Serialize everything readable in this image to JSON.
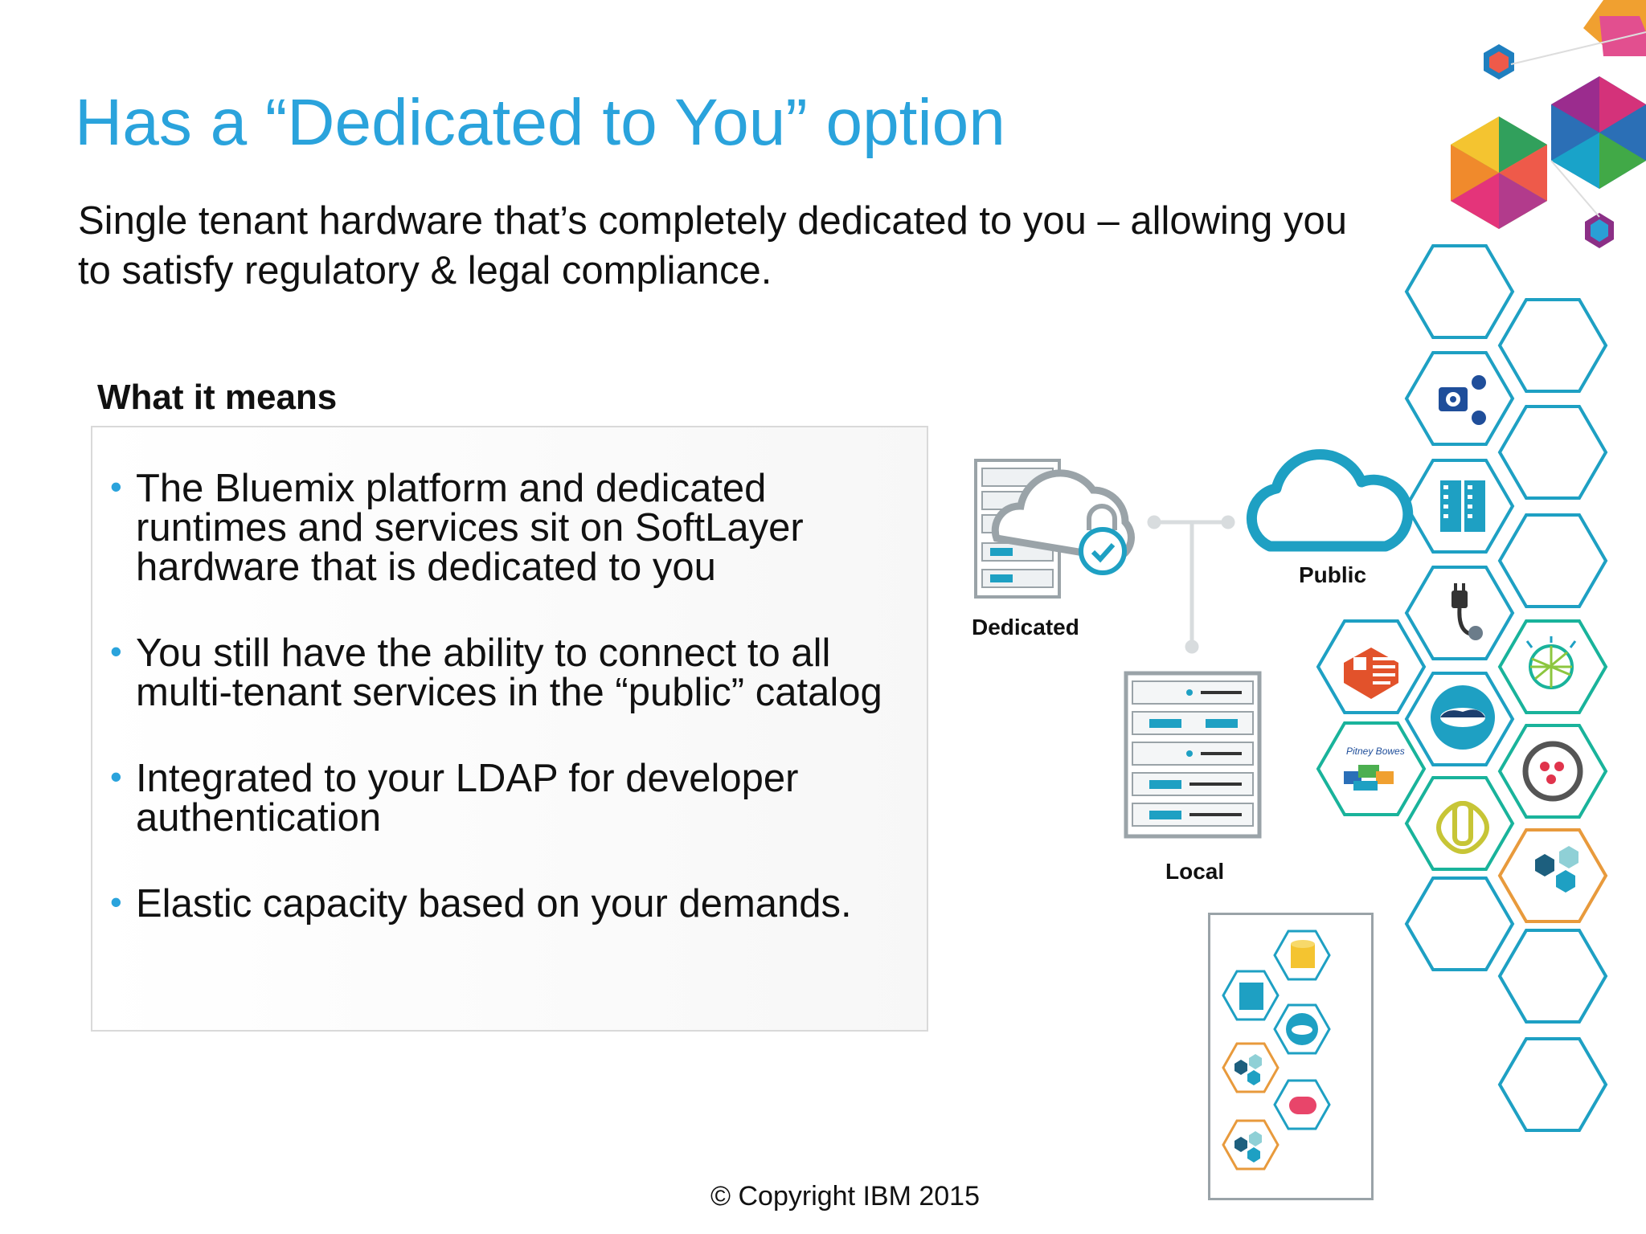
{
  "slide": {
    "title": "Has a “Dedicated to You” option",
    "subtitle": "Single tenant hardware that’s completely dedicated to you – allowing you to satisfy regulatory & legal compliance.",
    "section_heading": "What it means",
    "bullets": [
      {
        "text": "The Bluemix platform and dedicated runtimes and services sit on SoftLayer hardware that is dedicated to you"
      },
      {
        "text": "You still have the ability to connect to all multi-tenant services in the “public” catalog"
      },
      {
        "text": "Integrated to your LDAP for developer authentication"
      },
      {
        "text": "Elastic capacity based on your demands."
      }
    ],
    "bullet_glyph": "•",
    "diagram": {
      "dedicated_label": "Dedicated",
      "public_label": "Public",
      "local_label": "Local",
      "icons": [
        "dedicated-server-cloud-icon",
        "lock-check-icon",
        "public-cloud-icon",
        "local-server-rack-icon"
      ]
    },
    "brand_logo_text": "Pitney Bowes",
    "copyright": "© Copyright IBM 2015",
    "colors": {
      "title": "#2aa3dc",
      "accent_blue": "#1ea0c3",
      "accent_teal": "#19b39b",
      "accent_orange": "#e89a3c",
      "cloud_gray": "#9aa3a8"
    }
  }
}
